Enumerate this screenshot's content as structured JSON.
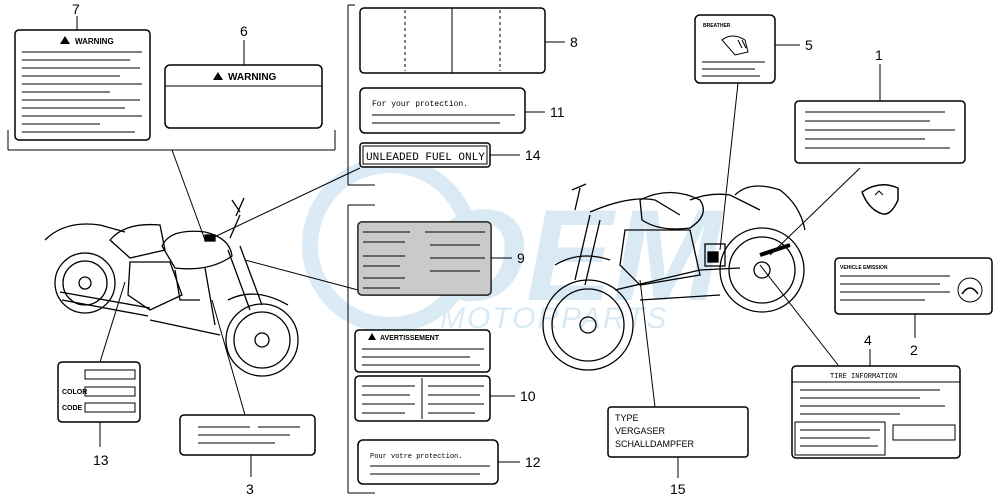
{
  "watermark": {
    "brand": "OEM",
    "sub": "MOTORPARTS",
    "color": "#bcd9ee"
  },
  "labels": {
    "warning_7": "WARNING",
    "warning_6": "WARNING",
    "protection_11": "For your protection.",
    "unleaded_14": "UNLEADED FUEL ONLY",
    "avert_10": "AVERTISSEMENT",
    "protection_12": "Pour votre protection.",
    "color_13": "COLOR",
    "code_13": "CODE",
    "breather_5": "BREATHER",
    "vehicle_emission_2": "VEHICLE EMISSION",
    "tire_info_4": "TIRE  INFORMATION",
    "type_15": "TYPE",
    "vergaser_15": "VERGASER",
    "schall_15": "SCHALLDAMPFER"
  },
  "callouts": {
    "n1": "1",
    "n2": "2",
    "n3": "3",
    "n4": "4",
    "n5": "5",
    "n6": "6",
    "n7": "7",
    "n8": "8",
    "n9": "9",
    "n10": "10",
    "n11": "11",
    "n12": "12",
    "n13": "13",
    "n14": "14",
    "n15": "15"
  }
}
